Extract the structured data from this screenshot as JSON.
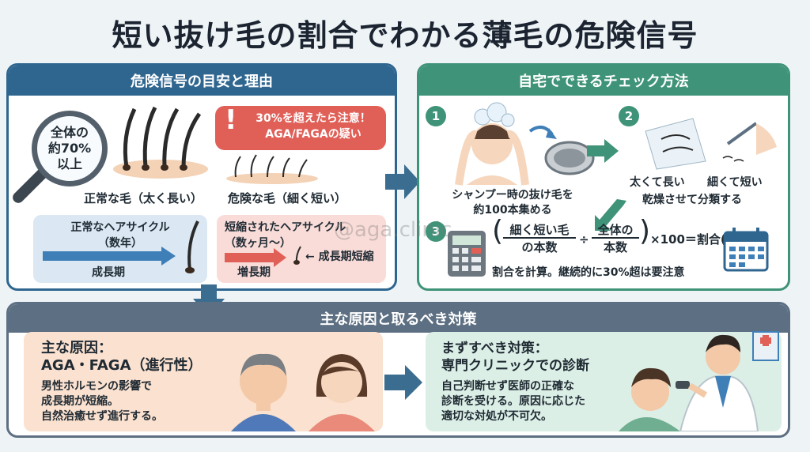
{
  "title": "短い抜け毛の割合でわかる薄毛の危険信号",
  "left_panel": {
    "header": "危険信号の目安と理由",
    "magnifier_text": [
      "全体の",
      "約70%",
      "以上"
    ],
    "normal_hair_label": "正常な毛（太く長い）",
    "danger_hair_label": "危険な毛（細く短い）",
    "warning": [
      "30%を超えたら注意！",
      "AGA/FAGAの疑い"
    ],
    "normal_cycle": {
      "title": [
        "正常なヘアサイクル",
        "（数年）"
      ],
      "phase": "成長期"
    },
    "short_cycle": {
      "title": [
        "短縮されたヘアサイクル",
        "（数ヶ月〜）"
      ],
      "phase": "増長期",
      "note": "成長期短縮"
    }
  },
  "right_panel": {
    "header": "自宅でできるチェック方法",
    "step1": {
      "num": "1",
      "text": [
        "シャンプー時の抜け毛を",
        "約100本集める"
      ]
    },
    "step2": {
      "num": "2",
      "thick": "太くて長い",
      "thin": "細くて短い",
      "text": "乾燥させて分類する"
    },
    "step3": {
      "num": "3",
      "numerator": [
        "細く短い毛",
        "の本数"
      ],
      "divide": "÷",
      "denominator": [
        "全体の",
        "本数"
      ],
      "formula_tail": "×100＝割合(%)",
      "text": "割合を計算。継続的に30%超は要注意"
    }
  },
  "bottom_panel": {
    "header": "主な原因と取るべき対策",
    "cause": {
      "title": [
        "主な原因：",
        "AGA・FAGA（進行性）"
      ],
      "body": [
        "男性ホルモンの影響で",
        "成長期が短縮。",
        "自然治癒せず進行する。"
      ]
    },
    "action": {
      "title": [
        "まずすべき対策：",
        "専門クリニックでの診断"
      ],
      "body": [
        "自己判断せず医師の正確な",
        "診断を受ける。原因に応じた",
        "適切な対処が不可欠。"
      ]
    }
  },
  "watermark": "@aga.clinic",
  "colors": {
    "blue": "#2f6690",
    "green": "#3f9378",
    "slate": "#5d6f82",
    "red": "#e06058"
  }
}
